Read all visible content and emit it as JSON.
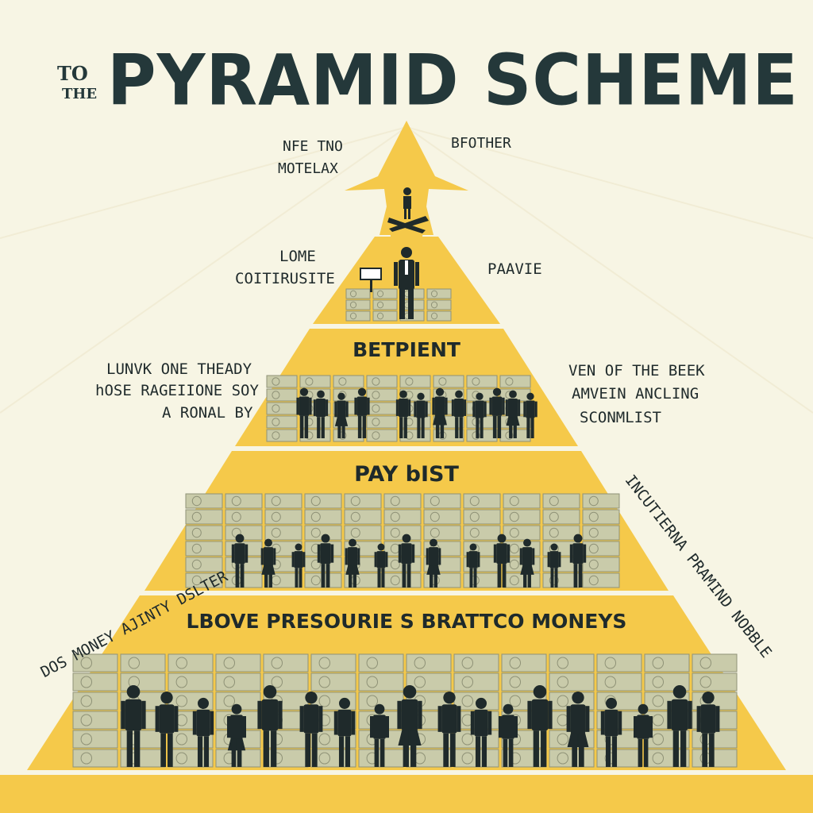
{
  "title": {
    "small_top": "TO",
    "small_bottom": "THE",
    "main": "PYRAMID SCHEME"
  },
  "apex": {
    "left_line1": "NFE TNO",
    "left_line2": "MOTELAX",
    "right": "BFOTHER"
  },
  "tier2": {
    "left_line1": "LOME",
    "left_line2": "COITIRUSITE",
    "right": "PAAVIE"
  },
  "tier3": {
    "heading": "BETPIENT",
    "left_line1": "LUNVK ONE THEADY",
    "left_line2": "hOSE RAGEIIONE SOY",
    "left_line3": "A RONAL BY",
    "right_line1": "VEN OF THE BEEK",
    "right_line2": "AMVEIN ANCLING",
    "right_line3": "SCONMLIST"
  },
  "tier4": {
    "heading": "PAY bIST"
  },
  "tier5": {
    "heading": "LBOVE PRESOURIE S BRATTCO MONEYS"
  },
  "sides": {
    "left_diagonal": "DOS MONEY AJINTY DSLTER",
    "right_diagonal": "INCUTIERNA PRAMIND NOBBLE"
  },
  "colors": {
    "background": "#f7f5e4",
    "pyramid": "#f5c94a",
    "ink": "#1f2a2b",
    "money": "#c9cbaa"
  }
}
